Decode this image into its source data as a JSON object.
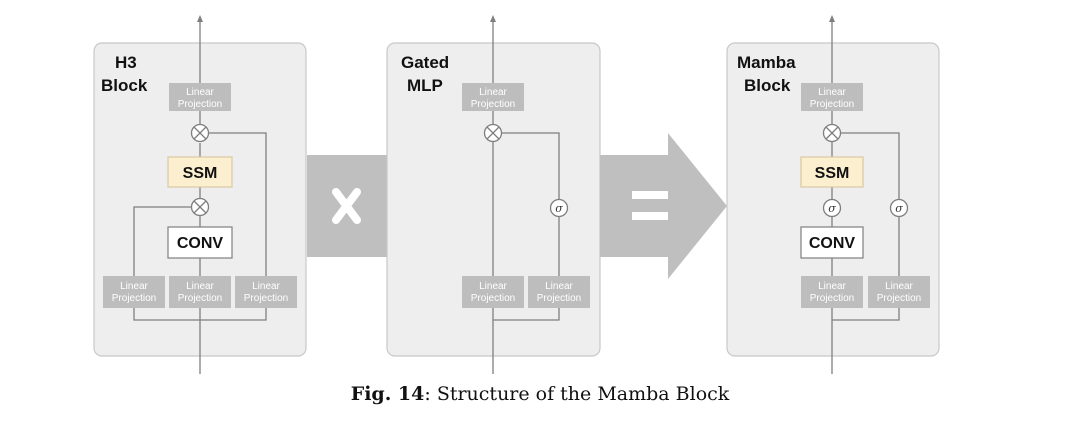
{
  "blocks": {
    "h3": {
      "title_line1": "H3",
      "title_line2": "Block"
    },
    "gated": {
      "title_line1": "Gated",
      "title_line2": "MLP"
    },
    "mamba": {
      "title_line1": "Mamba",
      "title_line2": "Block"
    }
  },
  "labels": {
    "lp_line1": "Linear",
    "lp_line2": "Projection",
    "ssm": "SSM",
    "conv": "CONV",
    "sigma": "σ"
  },
  "caption": {
    "label": "Fig. 14",
    "text": ": Structure of the Mamba Block"
  },
  "colors": {
    "panel": "#eeeeee",
    "linear_projection": "#bdbdbd",
    "ssm_fill": "#fcefd0",
    "operator_shapes": "#bfbfbf",
    "wire": "#7f7f7f"
  }
}
